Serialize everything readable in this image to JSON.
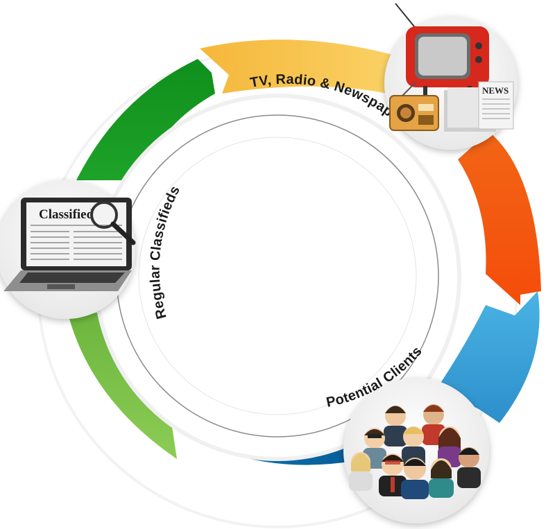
{
  "diagram": {
    "labels": {
      "top": "TV, Radio & Newspaper",
      "bottom": "Potential Clients",
      "left": "Regular Classifieds"
    },
    "icons": {
      "media": {
        "name": "tv-radio-newspaper-icon",
        "newspaper_text": "NEWS"
      },
      "laptop": {
        "name": "classified-laptop-icon",
        "screen_text": "Classified"
      },
      "people": {
        "name": "people-group-icon"
      }
    },
    "colors": {
      "yellow": "#f7c04a",
      "orange": "#f45e12",
      "light_blue": "#3fa8dc",
      "dark_blue": "#0a6aa6",
      "light_green": "#7ec04a",
      "dark_green": "#169a1f"
    }
  }
}
